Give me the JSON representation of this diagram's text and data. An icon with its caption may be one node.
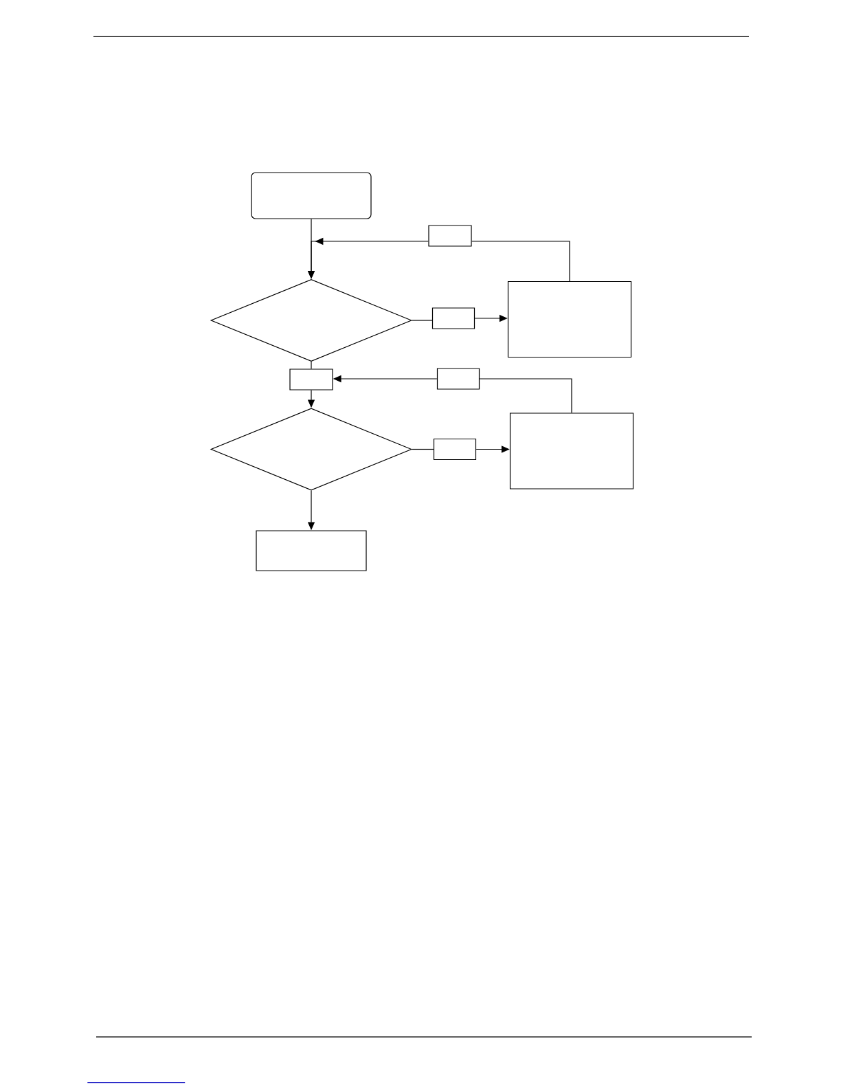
{
  "diagram": {
    "nodes": [
      {
        "text": [],
        "shape": "box"
      },
      {
        "text": [],
        "shape": "box"
      },
      {
        "text": [],
        "shape": "diamond"
      },
      {
        "text": [],
        "shape": "box"
      },
      {
        "text": [],
        "shape": "box"
      },
      {
        "text": [],
        "shape": "box"
      },
      {
        "text": [],
        "shape": "box"
      },
      {
        "text": [],
        "shape": "diamond"
      },
      {
        "text": [],
        "shape": "box"
      },
      {
        "text": [],
        "shape": "box"
      },
      {
        "text": [],
        "shape": "box"
      }
    ],
    "edges": [
      {
        "from": 0,
        "to": 2,
        "arrow": "to"
      },
      {
        "from": 4,
        "to": 1,
        "arrow": "none"
      },
      {
        "from": 1,
        "to": 2,
        "arrow": "to"
      },
      {
        "from": 2,
        "to": 3,
        "arrow": "none"
      },
      {
        "from": 3,
        "to": 4,
        "arrow": "to"
      },
      {
        "from": 2,
        "to": 5,
        "arrow": "none"
      },
      {
        "from": 9,
        "to": 6,
        "arrow": "none"
      },
      {
        "from": 6,
        "to": 5,
        "arrow": "to"
      },
      {
        "from": 5,
        "to": 7,
        "arrow": "to"
      },
      {
        "from": 7,
        "to": 8,
        "arrow": "none"
      },
      {
        "from": 8,
        "to": 9,
        "arrow": "to"
      },
      {
        "from": 7,
        "to": 10,
        "arrow": "to"
      }
    ]
  }
}
